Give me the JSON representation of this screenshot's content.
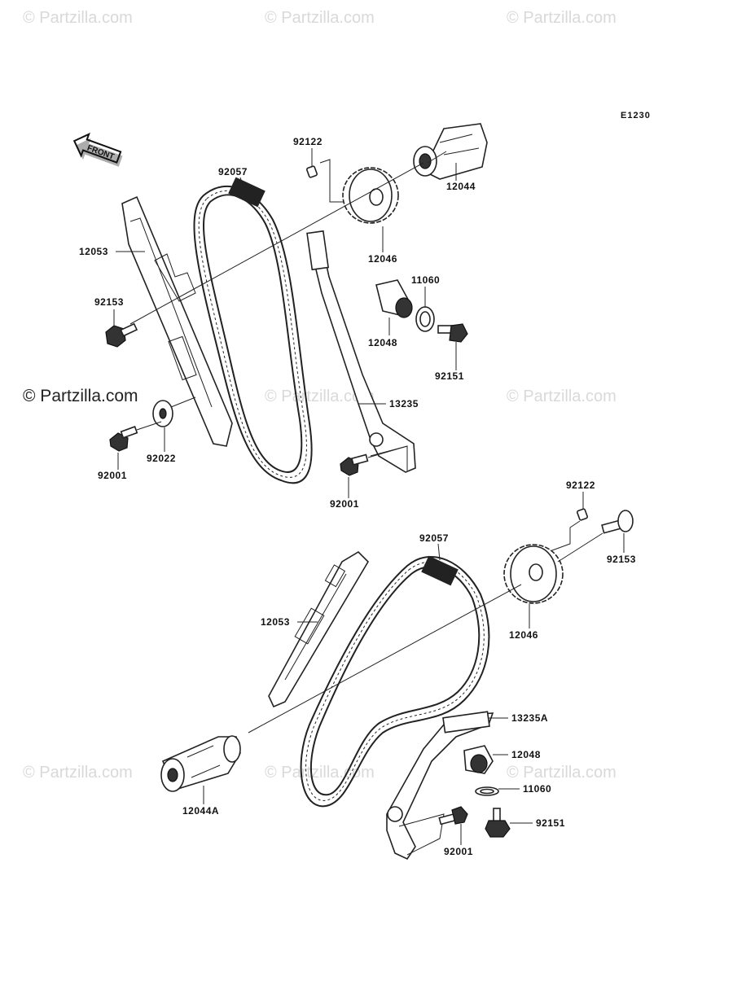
{
  "watermarks": {
    "top_left": "© Partzilla.com",
    "top_center": "© Partzilla.com",
    "top_right": "© Partzilla.com",
    "mid_left": "© Partzilla.com",
    "mid_center": "© Partzilla.com",
    "mid_right": "© Partzilla.com",
    "bottom_left": "© Partzilla.com",
    "bottom_center": "© Partzilla.com",
    "bottom_right": "© Partzilla.com"
  },
  "diagram_code": "E1230",
  "front_label": "FRONT",
  "top_assembly": {
    "cam_chain": "92057",
    "pin": "92122",
    "camshaft": "12044",
    "sprocket": "12046",
    "chain_guide": "12053",
    "guide_bolt": "92153",
    "tensioner": "12048",
    "gasket": "11060",
    "tensioner_bolt": "92151",
    "tensioner_guide": "13235",
    "washer": "92022",
    "bolt_left": "92001",
    "bolt_right": "92001"
  },
  "bottom_assembly": {
    "pin": "92122",
    "cam_chain": "92057",
    "guide_bolt": "92153",
    "chain_guide": "12053",
    "sprocket": "12046",
    "tensioner_guide": "13235A",
    "tensioner": "12048",
    "gasket": "11060",
    "tensioner_bolt": "92151",
    "camshaft": "12044A",
    "bolt": "92001"
  },
  "colors": {
    "line": "#222222",
    "watermark": "#d9d9d9"
  }
}
